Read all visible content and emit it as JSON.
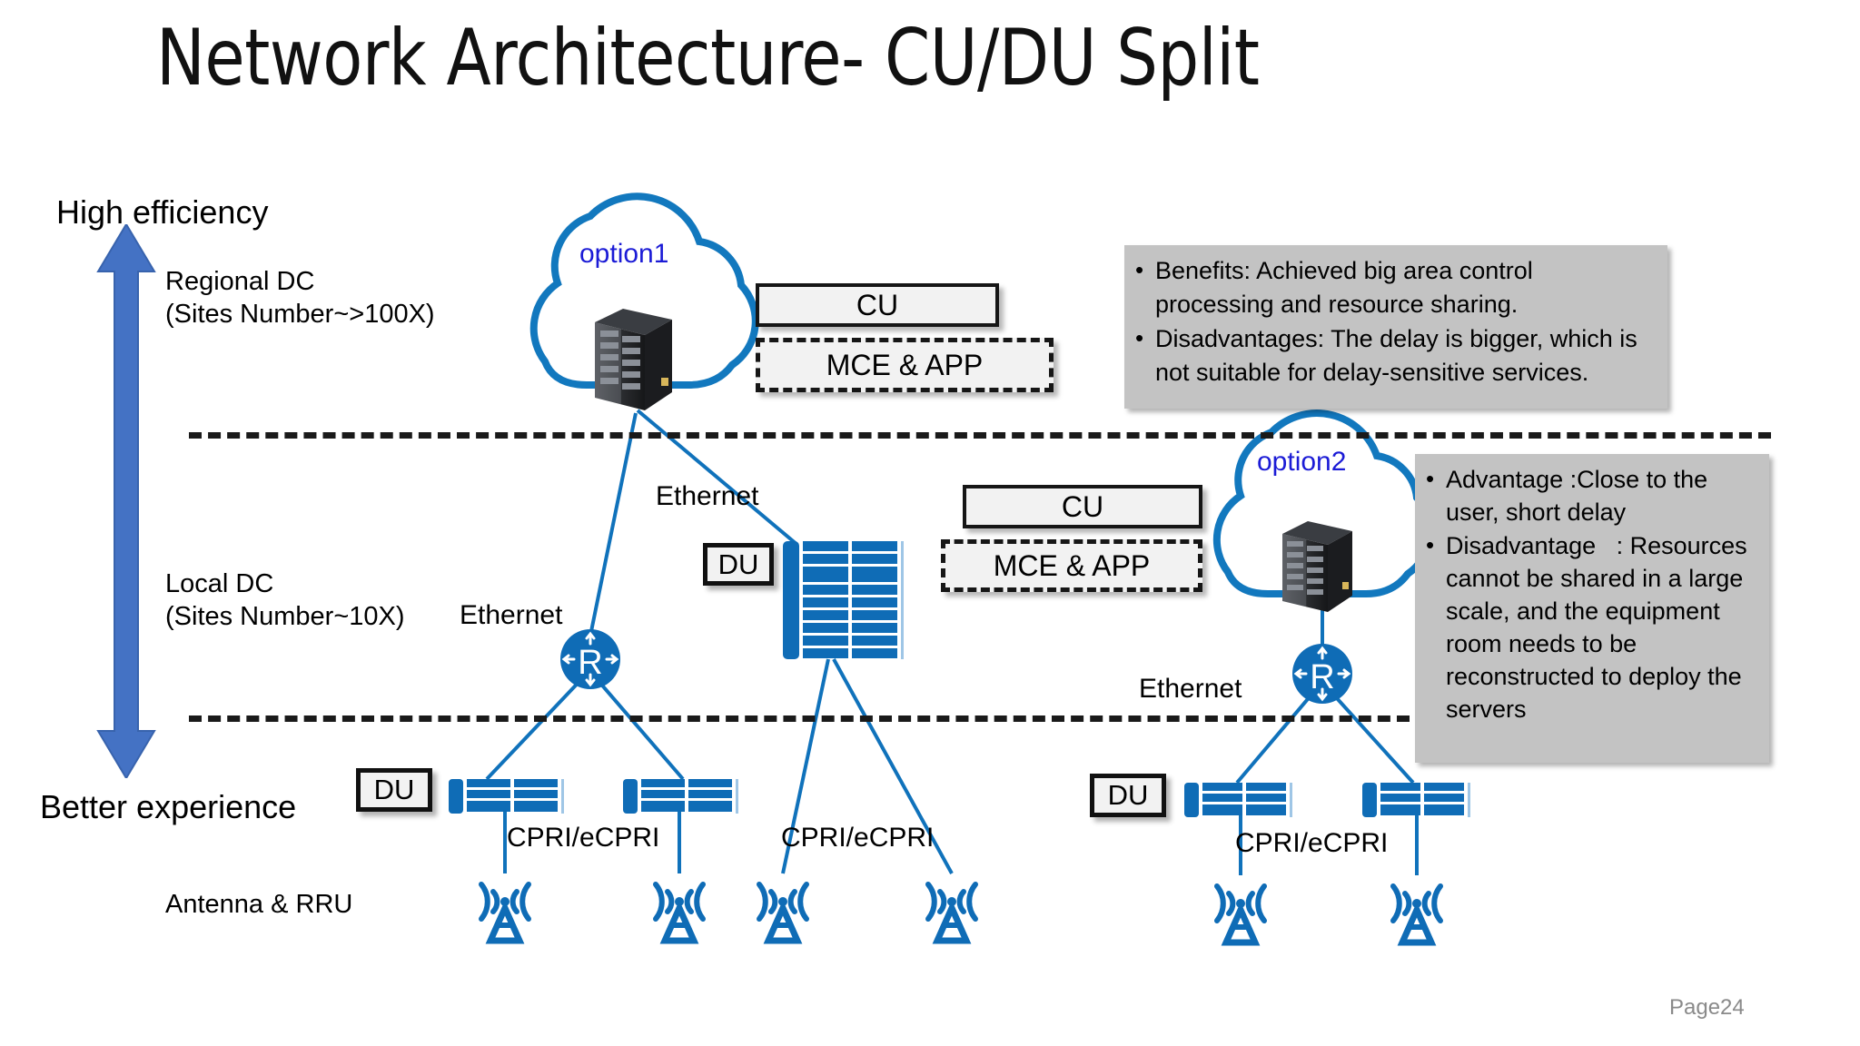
{
  "slide": {
    "title": "Network Architecture- CU/DU Split",
    "page_number": "Page24"
  },
  "axis": {
    "top_label": "High efficiency",
    "bottom_label": "Better experience",
    "arrow_color": "#4472c4"
  },
  "tiers": [
    {
      "name": "regional-dc",
      "line1": "Regional DC",
      "line2": "(Sites Number~>100X)"
    },
    {
      "name": "local-dc",
      "line1": "Local DC",
      "line2": "(Sites Number~10X)"
    },
    {
      "name": "antenna-rru",
      "line1": "Antenna & RRU",
      "line2": ""
    }
  ],
  "options": {
    "option1_label": "option1",
    "option2_label": "option2",
    "label_color": "#1b1bd6"
  },
  "boxes": {
    "cu_label": "CU",
    "mce_label": "MCE & APP",
    "du_label": "DU"
  },
  "links": {
    "ethernet": "Ethernet",
    "cpri": "CPRI/eCPRI"
  },
  "callouts": [
    {
      "name": "option1-callout",
      "bullets": [
        "Benefits: Achieved big area control processing and resource sharing.",
        "Disadvantages: The delay is bigger, which is not suitable for delay-sensitive services."
      ]
    },
    {
      "name": "option2-callout",
      "bullets": [
        "Advantage :Close to the user, short delay",
        "Disadvantage   : Resources cannot be shared in a large scale, and the equipment room needs to be reconstructed to deploy the servers"
      ]
    }
  ],
  "icons": {
    "cloud": "cloud-icon",
    "server_rack": "server-rack-icon",
    "router": "router-icon",
    "switch": "network-switch-icon",
    "antenna": "antenna-tower-icon",
    "arrow": "double-arrow-icon"
  },
  "colors": {
    "primary_blue": "#1072bb",
    "icon_blue": "#0f6cb6",
    "callout_gray": "#c3c3c3",
    "box_fill": "#f2f2f2",
    "page_number_gray": "#8a8a8a"
  },
  "chart_data": {
    "type": "diagram",
    "title": "Network Architecture- CU/DU Split",
    "tiers": [
      "Regional DC (Sites Number~>100X)",
      "Local DC (Sites Number~10X)",
      "Antenna & RRU"
    ],
    "nodes": [
      {
        "id": "cloud1",
        "tier": "Regional DC",
        "label": "option1",
        "type": "cloud-with-server"
      },
      {
        "id": "cu1",
        "tier": "Regional DC",
        "label": "CU",
        "type": "box"
      },
      {
        "id": "mce1",
        "tier": "Regional DC",
        "label": "MCE & APP",
        "type": "dashed-box"
      },
      {
        "id": "router1",
        "tier": "Local DC",
        "label": "R",
        "type": "router"
      },
      {
        "id": "du-center",
        "tier": "Local DC",
        "label": "DU",
        "type": "rack-switch"
      },
      {
        "id": "cu2",
        "tier": "Local DC",
        "label": "CU",
        "type": "box"
      },
      {
        "id": "mce2",
        "tier": "Local DC",
        "label": "MCE & APP",
        "type": "dashed-box"
      },
      {
        "id": "cloud2",
        "tier": "Local DC",
        "label": "option2",
        "type": "cloud-with-server"
      },
      {
        "id": "router2",
        "tier": "Local DC",
        "label": "R",
        "type": "router"
      },
      {
        "id": "du-l1",
        "tier": "Antenna & RRU",
        "label": "DU",
        "type": "switch"
      },
      {
        "id": "du-l2",
        "tier": "Antenna & RRU",
        "label": "DU",
        "type": "switch"
      },
      {
        "id": "du-r1",
        "tier": "Antenna & RRU",
        "label": "DU",
        "type": "switch"
      },
      {
        "id": "du-r2",
        "tier": "Antenna & RRU",
        "label": "DU",
        "type": "switch"
      },
      {
        "id": "ant1",
        "tier": "Antenna & RRU",
        "label": "",
        "type": "antenna"
      },
      {
        "id": "ant2",
        "tier": "Antenna & RRU",
        "label": "",
        "type": "antenna"
      },
      {
        "id": "ant3",
        "tier": "Antenna & RRU",
        "label": "",
        "type": "antenna"
      },
      {
        "id": "ant4",
        "tier": "Antenna & RRU",
        "label": "",
        "type": "antenna"
      },
      {
        "id": "ant5",
        "tier": "Antenna & RRU",
        "label": "",
        "type": "antenna"
      },
      {
        "id": "ant6",
        "tier": "Antenna & RRU",
        "label": "",
        "type": "antenna"
      }
    ],
    "edges": [
      {
        "from": "cloud1",
        "to": "router1",
        "label": "Ethernet"
      },
      {
        "from": "cloud1",
        "to": "du-center",
        "label": "Ethernet"
      },
      {
        "from": "router1",
        "to": "du-l1",
        "label": ""
      },
      {
        "from": "router1",
        "to": "du-l2",
        "label": ""
      },
      {
        "from": "du-l1",
        "to": "ant1",
        "label": "CPRI/eCPRI"
      },
      {
        "from": "du-l2",
        "to": "ant2",
        "label": "CPRI/eCPRI"
      },
      {
        "from": "du-center",
        "to": "ant3",
        "label": "CPRI/eCPRI"
      },
      {
        "from": "du-center",
        "to": "ant4",
        "label": "CPRI/eCPRI"
      },
      {
        "from": "cloud2",
        "to": "router2",
        "label": "Ethernet"
      },
      {
        "from": "router2",
        "to": "du-r1",
        "label": ""
      },
      {
        "from": "router2",
        "to": "du-r2",
        "label": ""
      },
      {
        "from": "du-r1",
        "to": "ant5",
        "label": "CPRI/eCPRI"
      },
      {
        "from": "du-r2",
        "to": "ant6",
        "label": "CPRI/eCPRI"
      }
    ]
  }
}
